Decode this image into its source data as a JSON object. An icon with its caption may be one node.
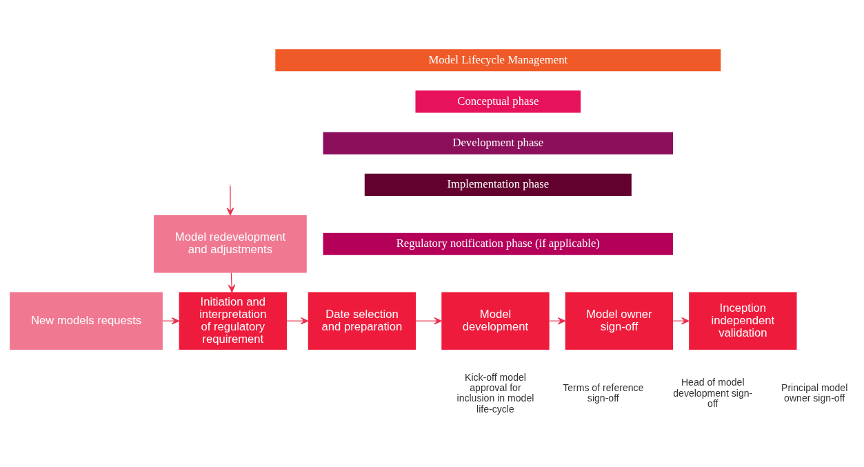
{
  "diagram": {
    "nodes": [
      {
        "text": [
          "Model Lifecycle Management"
        ]
      },
      {
        "text": [
          "Conceptual phase"
        ]
      },
      {
        "text": [
          "Development phase"
        ]
      },
      {
        "text": [
          "Implementation phase"
        ]
      },
      {
        "text": [
          "Regulatory notification phase (if applicable)"
        ]
      },
      {
        "text": [
          "New models requests"
        ]
      },
      {
        "text": [
          "Model redevelopment and adjustments"
        ]
      },
      {
        "text": [
          "Initiation and interpretation of regulatory requirement"
        ]
      },
      {
        "text": [
          "Date selection and preparation"
        ]
      },
      {
        "text": [
          "Model development"
        ]
      },
      {
        "text": [
          "Model owner sign-off"
        ]
      },
      {
        "text": [
          "Inception independent validation"
        ]
      }
    ],
    "edges": [
      {
        "from": 5,
        "to": 7,
        "arrow": "to"
      },
      {
        "from": 6,
        "to": 7,
        "arrow": "to"
      },
      {
        "from": 7,
        "to": 8,
        "arrow": "to"
      },
      {
        "from": 8,
        "to": 9,
        "arrow": "to"
      },
      {
        "from": 9,
        "to": 10,
        "arrow": "to"
      },
      {
        "from": 10,
        "to": 11,
        "arrow": "to"
      },
      {
        "from": null,
        "to": 6,
        "arrow": "to"
      }
    ],
    "labels": [
      "Kick-off model approval for inclusion in model life-cycle",
      "Terms of reference sign-off",
      "Head of model development sign-off",
      "Principal model owner sign-off"
    ]
  }
}
